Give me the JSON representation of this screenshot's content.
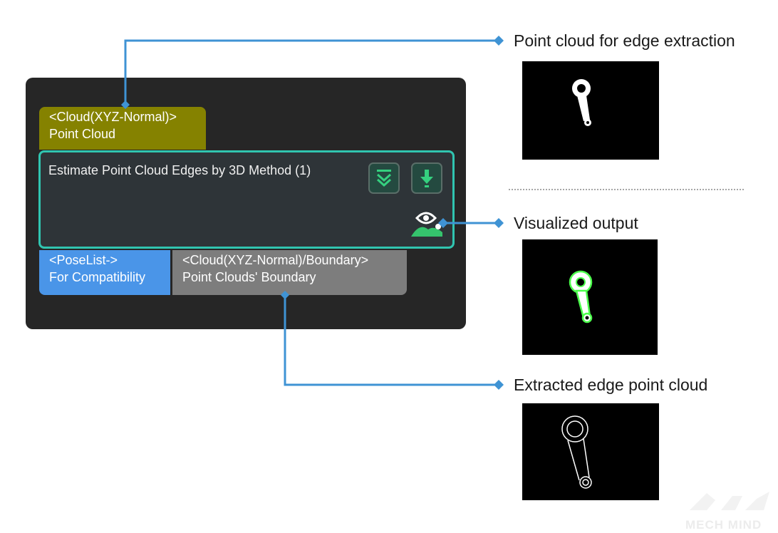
{
  "node": {
    "input_port": {
      "type": "<Cloud(XYZ-Normal)>",
      "name": "Point Cloud"
    },
    "title": "Estimate Point Cloud Edges by 3D Method (1)",
    "output_ports": [
      {
        "type": "<PoseList->",
        "name": "For Compatibility"
      },
      {
        "type": "<Cloud(XYZ-Normal)/Boundary>",
        "name": "Point Clouds' Boundary"
      }
    ],
    "icons": [
      "double-chevron-down-icon",
      "download-arrow-icon",
      "visualize-eye-icon"
    ]
  },
  "callouts": {
    "input": "Point cloud for edge extraction",
    "visual": "Visualized output",
    "output": "Extracted edge point cloud"
  },
  "colors": {
    "connector": "#3f93d4",
    "node_border": "#30c5b0",
    "edge_highlight": "#4cff4c"
  },
  "watermark": "MECH MIND"
}
